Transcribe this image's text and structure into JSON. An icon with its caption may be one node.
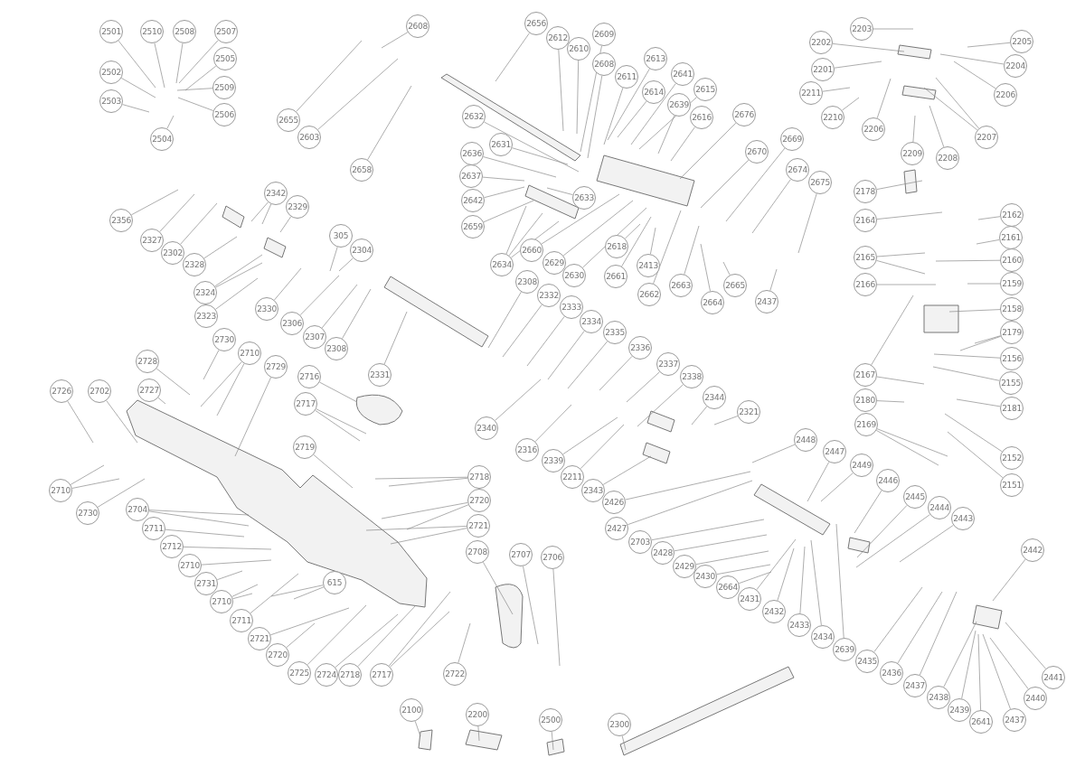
{
  "diagram": {
    "nodes": [
      {
        "text": [
          "2501"
        ]
      },
      {
        "text": [
          "2510"
        ]
      },
      {
        "text": [
          "2508"
        ]
      },
      {
        "text": [
          "2507"
        ]
      },
      {
        "text": [
          "2505"
        ]
      },
      {
        "text": [
          "2502"
        ]
      },
      {
        "text": [
          "2509"
        ]
      },
      {
        "text": [
          "2503"
        ]
      },
      {
        "text": [
          "2506"
        ]
      },
      {
        "text": [
          "2504"
        ]
      },
      {
        "text": [
          "2655"
        ]
      },
      {
        "text": [
          "2603"
        ]
      },
      {
        "text": [
          "2608"
        ]
      },
      {
        "text": [
          "2658"
        ]
      },
      {
        "text": [
          "2656"
        ]
      },
      {
        "text": [
          "2612"
        ]
      },
      {
        "text": [
          "2610"
        ]
      },
      {
        "text": [
          "2609"
        ]
      },
      {
        "text": [
          "2608"
        ]
      },
      {
        "text": [
          "2611"
        ]
      },
      {
        "text": [
          "2613"
        ]
      },
      {
        "text": [
          "2614"
        ]
      },
      {
        "text": [
          "2641"
        ]
      },
      {
        "text": [
          "2615"
        ]
      },
      {
        "text": [
          "2639"
        ]
      },
      {
        "text": [
          "2616"
        ]
      },
      {
        "text": [
          "2632"
        ]
      },
      {
        "text": [
          "2631"
        ]
      },
      {
        "text": [
          "2636"
        ]
      },
      {
        "text": [
          "2637"
        ]
      },
      {
        "text": [
          "2642"
        ]
      },
      {
        "text": [
          "2633"
        ]
      },
      {
        "text": [
          "2659"
        ]
      },
      {
        "text": [
          "2634"
        ]
      },
      {
        "text": [
          "2660"
        ]
      },
      {
        "text": [
          "2629"
        ]
      },
      {
        "text": [
          "2630"
        ]
      },
      {
        "text": [
          "2618"
        ]
      },
      {
        "text": [
          "2661"
        ]
      },
      {
        "text": [
          "2413"
        ]
      },
      {
        "text": [
          "2662"
        ]
      },
      {
        "text": [
          "2663"
        ]
      },
      {
        "text": [
          "2664"
        ]
      },
      {
        "text": [
          "2676"
        ]
      },
      {
        "text": [
          "2670"
        ]
      },
      {
        "text": [
          "2669"
        ]
      },
      {
        "text": [
          "2674"
        ]
      },
      {
        "text": [
          "2675"
        ]
      },
      {
        "text": [
          "2665"
        ]
      },
      {
        "text": [
          "2437"
        ]
      },
      {
        "text": [
          "2203"
        ]
      },
      {
        "text": [
          "2202"
        ]
      },
      {
        "text": [
          "2205"
        ]
      },
      {
        "text": [
          "2204"
        ]
      },
      {
        "text": [
          "2201"
        ]
      },
      {
        "text": [
          "2211"
        ]
      },
      {
        "text": [
          "2206"
        ]
      },
      {
        "text": [
          "2210"
        ]
      },
      {
        "text": [
          "2206"
        ]
      },
      {
        "text": [
          "2207"
        ]
      },
      {
        "text": [
          "2209"
        ]
      },
      {
        "text": [
          "2208"
        ]
      },
      {
        "text": [
          "2178"
        ]
      },
      {
        "text": [
          "2164"
        ]
      },
      {
        "text": [
          "2162"
        ]
      },
      {
        "text": [
          "2161"
        ]
      },
      {
        "text": [
          "2165"
        ]
      },
      {
        "text": [
          "2160"
        ]
      },
      {
        "text": [
          "2166"
        ]
      },
      {
        "text": [
          "2159"
        ]
      },
      {
        "text": [
          "2158"
        ]
      },
      {
        "text": [
          "2179"
        ]
      },
      {
        "text": [
          "2167"
        ]
      },
      {
        "text": [
          "2156"
        ]
      },
      {
        "text": [
          "2155"
        ]
      },
      {
        "text": [
          "2180"
        ]
      },
      {
        "text": [
          "2181"
        ]
      },
      {
        "text": [
          "2169"
        ]
      },
      {
        "text": [
          "2152"
        ]
      },
      {
        "text": [
          "2151"
        ]
      },
      {
        "text": [
          "2356"
        ]
      },
      {
        "text": [
          "2327"
        ]
      },
      {
        "text": [
          "2302"
        ]
      },
      {
        "text": [
          "2328"
        ]
      },
      {
        "text": [
          "2342"
        ]
      },
      {
        "text": [
          "2329"
        ]
      },
      {
        "text": [
          "2324"
        ]
      },
      {
        "text": [
          "2323"
        ]
      },
      {
        "text": [
          "2330"
        ]
      },
      {
        "text": [
          "305"
        ]
      },
      {
        "text": [
          "2304"
        ]
      },
      {
        "text": [
          "2306"
        ]
      },
      {
        "text": [
          "2307"
        ]
      },
      {
        "text": [
          "2308"
        ]
      },
      {
        "text": [
          "2331"
        ]
      },
      {
        "text": [
          "2308"
        ]
      },
      {
        "text": [
          "2332"
        ]
      },
      {
        "text": [
          "2333"
        ]
      },
      {
        "text": [
          "2334"
        ]
      },
      {
        "text": [
          "2335"
        ]
      },
      {
        "text": [
          "2336"
        ]
      },
      {
        "text": [
          "2337"
        ]
      },
      {
        "text": [
          "2338"
        ]
      },
      {
        "text": [
          "2344"
        ]
      },
      {
        "text": [
          "2321"
        ]
      },
      {
        "text": [
          "2340"
        ]
      },
      {
        "text": [
          "2316"
        ]
      },
      {
        "text": [
          "2339"
        ]
      },
      {
        "text": [
          "2211"
        ]
      },
      {
        "text": [
          "2343"
        ]
      },
      {
        "text": [
          "2426"
        ]
      },
      {
        "text": [
          "2448"
        ]
      },
      {
        "text": [
          "2447"
        ]
      },
      {
        "text": [
          "2449"
        ]
      },
      {
        "text": [
          "2446"
        ]
      },
      {
        "text": [
          "2445"
        ]
      },
      {
        "text": [
          "2444"
        ]
      },
      {
        "text": [
          "2443"
        ]
      },
      {
        "text": [
          "2442"
        ]
      },
      {
        "text": [
          "2427"
        ]
      },
      {
        "text": [
          "2703"
        ]
      },
      {
        "text": [
          "2428"
        ]
      },
      {
        "text": [
          "2429"
        ]
      },
      {
        "text": [
          "2430"
        ]
      },
      {
        "text": [
          "2664"
        ]
      },
      {
        "text": [
          "2431"
        ]
      },
      {
        "text": [
          "2432"
        ]
      },
      {
        "text": [
          "2433"
        ]
      },
      {
        "text": [
          "2434"
        ]
      },
      {
        "text": [
          "2639"
        ]
      },
      {
        "text": [
          "2435"
        ]
      },
      {
        "text": [
          "2436"
        ]
      },
      {
        "text": [
          "2437"
        ]
      },
      {
        "text": [
          "2438"
        ]
      },
      {
        "text": [
          "2439"
        ]
      },
      {
        "text": [
          "2641"
        ]
      },
      {
        "text": [
          "2437"
        ]
      },
      {
        "text": [
          "2440"
        ]
      },
      {
        "text": [
          "2441"
        ]
      },
      {
        "text": [
          "2728"
        ]
      },
      {
        "text": [
          "2730"
        ]
      },
      {
        "text": [
          "2710"
        ]
      },
      {
        "text": [
          "2729"
        ]
      },
      {
        "text": [
          "2727"
        ]
      },
      {
        "text": [
          "2726"
        ]
      },
      {
        "text": [
          "2702"
        ]
      },
      {
        "text": [
          "2716"
        ]
      },
      {
        "text": [
          "2717"
        ]
      },
      {
        "text": [
          "2719"
        ]
      },
      {
        "text": [
          "2710"
        ]
      },
      {
        "text": [
          "2730"
        ]
      },
      {
        "text": [
          "2704"
        ]
      },
      {
        "text": [
          "2711"
        ]
      },
      {
        "text": [
          "2712"
        ]
      },
      {
        "text": [
          "2710"
        ]
      },
      {
        "text": [
          "2731"
        ]
      },
      {
        "text": [
          "2710"
        ]
      },
      {
        "text": [
          "615"
        ]
      },
      {
        "text": [
          "2711"
        ]
      },
      {
        "text": [
          "2721"
        ]
      },
      {
        "text": [
          "2720"
        ]
      },
      {
        "text": [
          "2725"
        ]
      },
      {
        "text": [
          "2724"
        ]
      },
      {
        "text": [
          "2718"
        ]
      },
      {
        "text": [
          "2718"
        ]
      },
      {
        "text": [
          "2720"
        ]
      },
      {
        "text": [
          "2721"
        ]
      },
      {
        "text": [
          "2708"
        ]
      },
      {
        "text": [
          "2707"
        ]
      },
      {
        "text": [
          "2706"
        ]
      },
      {
        "text": [
          "2717"
        ]
      },
      {
        "text": [
          "2722"
        ]
      },
      {
        "text": [
          "2100"
        ]
      },
      {
        "text": [
          "2200"
        ]
      },
      {
        "text": [
          "2500"
        ]
      },
      {
        "text": [
          "2300"
        ]
      }
    ],
    "edges": [
      {
        "from": 0,
        "to": null,
        "arrow": "none"
      },
      {
        "from": 1,
        "to": null,
        "arrow": "none"
      },
      {
        "from": 2,
        "to": null,
        "arrow": "none"
      },
      {
        "from": 3,
        "to": null,
        "arrow": "none"
      },
      {
        "from": 4,
        "to": null,
        "arrow": "none"
      },
      {
        "from": 5,
        "to": null,
        "arrow": "none"
      },
      {
        "from": 6,
        "to": null,
        "arrow": "none"
      },
      {
        "from": 7,
        "to": null,
        "arrow": "none"
      },
      {
        "from": 8,
        "to": null,
        "arrow": "none"
      },
      {
        "from": 9,
        "to": null,
        "arrow": "none"
      },
      {
        "from": 10,
        "to": null,
        "arrow": "none"
      },
      {
        "from": 11,
        "to": null,
        "arrow": "none"
      },
      {
        "from": 12,
        "to": null,
        "arrow": "none"
      },
      {
        "from": 13,
        "to": null,
        "arrow": "none"
      },
      {
        "from": 14,
        "to": null,
        "arrow": "none"
      },
      {
        "from": 15,
        "to": null,
        "arrow": "none"
      },
      {
        "from": 16,
        "to": null,
        "arrow": "none"
      },
      {
        "from": 17,
        "to": null,
        "arrow": "none"
      },
      {
        "from": 18,
        "to": null,
        "arrow": "none"
      },
      {
        "from": 19,
        "to": null,
        "arrow": "none"
      },
      {
        "from": 20,
        "to": null,
        "arrow": "none"
      },
      {
        "from": 21,
        "to": null,
        "arrow": "none"
      },
      {
        "from": 22,
        "to": null,
        "arrow": "none"
      },
      {
        "from": 23,
        "to": null,
        "arrow": "none"
      },
      {
        "from": 24,
        "to": null,
        "arrow": "none"
      },
      {
        "from": 25,
        "to": null,
        "arrow": "none"
      },
      {
        "from": 26,
        "to": null,
        "arrow": "none"
      },
      {
        "from": 27,
        "to": null,
        "arrow": "none"
      },
      {
        "from": 28,
        "to": null,
        "arrow": "none"
      },
      {
        "from": 29,
        "to": null,
        "arrow": "none"
      },
      {
        "from": 30,
        "to": null,
        "arrow": "none"
      },
      {
        "from": 31,
        "to": null,
        "arrow": "none"
      },
      {
        "from": 32,
        "to": null,
        "arrow": "none"
      },
      {
        "from": 33,
        "to": null,
        "arrow": "none"
      },
      {
        "from": 33,
        "to": null,
        "arrow": "none"
      },
      {
        "from": 33,
        "to": null,
        "arrow": "none"
      },
      {
        "from": 34,
        "to": null,
        "arrow": "none"
      },
      {
        "from": 35,
        "to": null,
        "arrow": "none"
      },
      {
        "from": 36,
        "to": null,
        "arrow": "none"
      },
      {
        "from": 37,
        "to": null,
        "arrow": "none"
      },
      {
        "from": 38,
        "to": null,
        "arrow": "none"
      },
      {
        "from": 39,
        "to": null,
        "arrow": "none"
      },
      {
        "from": 40,
        "to": null,
        "arrow": "none"
      },
      {
        "from": 41,
        "to": null,
        "arrow": "none"
      },
      {
        "from": 42,
        "to": null,
        "arrow": "none"
      },
      {
        "from": 43,
        "to": null,
        "arrow": "none"
      },
      {
        "from": 44,
        "to": null,
        "arrow": "none"
      },
      {
        "from": 45,
        "to": null,
        "arrow": "none"
      },
      {
        "from": 46,
        "to": null,
        "arrow": "none"
      },
      {
        "from": 47,
        "to": null,
        "arrow": "none"
      },
      {
        "from": 48,
        "to": null,
        "arrow": "none"
      },
      {
        "from": 49,
        "to": null,
        "arrow": "none"
      },
      {
        "from": 50,
        "to": null,
        "arrow": "none"
      },
      {
        "from": 51,
        "to": null,
        "arrow": "none"
      },
      {
        "from": 52,
        "to": null,
        "arrow": "none"
      },
      {
        "from": 53,
        "to": null,
        "arrow": "none"
      },
      {
        "from": 54,
        "to": null,
        "arrow": "none"
      },
      {
        "from": 55,
        "to": null,
        "arrow": "none"
      },
      {
        "from": 56,
        "to": null,
        "arrow": "none"
      },
      {
        "from": 57,
        "to": null,
        "arrow": "none"
      },
      {
        "from": 58,
        "to": null,
        "arrow": "none"
      },
      {
        "from": 59,
        "to": null,
        "arrow": "none"
      },
      {
        "from": 59,
        "to": null,
        "arrow": "none"
      },
      {
        "from": 60,
        "to": null,
        "arrow": "none"
      },
      {
        "from": 61,
        "to": null,
        "arrow": "none"
      },
      {
        "from": 62,
        "to": null,
        "arrow": "none"
      },
      {
        "from": 63,
        "to": null,
        "arrow": "none"
      },
      {
        "from": 64,
        "to": null,
        "arrow": "none"
      },
      {
        "from": 65,
        "to": null,
        "arrow": "none"
      },
      {
        "from": 66,
        "to": null,
        "arrow": "none"
      },
      {
        "from": 66,
        "to": null,
        "arrow": "none"
      },
      {
        "from": 67,
        "to": null,
        "arrow": "none"
      },
      {
        "from": 68,
        "to": null,
        "arrow": "none"
      },
      {
        "from": 69,
        "to": null,
        "arrow": "none"
      },
      {
        "from": 70,
        "to": null,
        "arrow": "none"
      },
      {
        "from": 71,
        "to": null,
        "arrow": "none"
      },
      {
        "from": 71,
        "to": null,
        "arrow": "none"
      },
      {
        "from": 72,
        "to": null,
        "arrow": "none"
      },
      {
        "from": 72,
        "to": null,
        "arrow": "none"
      },
      {
        "from": 73,
        "to": null,
        "arrow": "none"
      },
      {
        "from": 74,
        "to": null,
        "arrow": "none"
      },
      {
        "from": 75,
        "to": null,
        "arrow": "none"
      },
      {
        "from": 76,
        "to": null,
        "arrow": "none"
      },
      {
        "from": 77,
        "to": null,
        "arrow": "none"
      },
      {
        "from": 77,
        "to": null,
        "arrow": "none"
      },
      {
        "from": 78,
        "to": null,
        "arrow": "none"
      },
      {
        "from": 79,
        "to": null,
        "arrow": "none"
      },
      {
        "from": 80,
        "to": null,
        "arrow": "none"
      },
      {
        "from": 81,
        "to": null,
        "arrow": "none"
      },
      {
        "from": 82,
        "to": null,
        "arrow": "none"
      },
      {
        "from": 83,
        "to": null,
        "arrow": "none"
      },
      {
        "from": 84,
        "to": null,
        "arrow": "none"
      },
      {
        "from": 84,
        "to": null,
        "arrow": "none"
      },
      {
        "from": 85,
        "to": null,
        "arrow": "none"
      },
      {
        "from": 86,
        "to": null,
        "arrow": "none"
      },
      {
        "from": 86,
        "to": null,
        "arrow": "none"
      },
      {
        "from": 87,
        "to": null,
        "arrow": "none"
      },
      {
        "from": 88,
        "to": null,
        "arrow": "none"
      },
      {
        "from": 89,
        "to": null,
        "arrow": "none"
      },
      {
        "from": 90,
        "to": null,
        "arrow": "none"
      },
      {
        "from": 91,
        "to": null,
        "arrow": "none"
      },
      {
        "from": 92,
        "to": null,
        "arrow": "none"
      },
      {
        "from": 93,
        "to": null,
        "arrow": "none"
      },
      {
        "from": 94,
        "to": null,
        "arrow": "none"
      },
      {
        "from": 95,
        "to": null,
        "arrow": "none"
      },
      {
        "from": 96,
        "to": null,
        "arrow": "none"
      },
      {
        "from": 97,
        "to": null,
        "arrow": "none"
      },
      {
        "from": 98,
        "to": null,
        "arrow": "none"
      },
      {
        "from": 99,
        "to": null,
        "arrow": "none"
      },
      {
        "from": 100,
        "to": null,
        "arrow": "none"
      },
      {
        "from": 101,
        "to": null,
        "arrow": "none"
      },
      {
        "from": 102,
        "to": null,
        "arrow": "none"
      },
      {
        "from": 103,
        "to": null,
        "arrow": "none"
      },
      {
        "from": 104,
        "to": null,
        "arrow": "none"
      },
      {
        "from": 105,
        "to": null,
        "arrow": "none"
      },
      {
        "from": 106,
        "to": null,
        "arrow": "none"
      },
      {
        "from": 107,
        "to": null,
        "arrow": "none"
      },
      {
        "from": 108,
        "to": null,
        "arrow": "none"
      },
      {
        "from": 109,
        "to": null,
        "arrow": "none"
      },
      {
        "from": 110,
        "to": null,
        "arrow": "none"
      },
      {
        "from": 111,
        "to": null,
        "arrow": "none"
      },
      {
        "from": 112,
        "to": null,
        "arrow": "none"
      },
      {
        "from": 113,
        "to": null,
        "arrow": "none"
      },
      {
        "from": 114,
        "to": null,
        "arrow": "none"
      },
      {
        "from": 115,
        "to": null,
        "arrow": "none"
      },
      {
        "from": 116,
        "to": null,
        "arrow": "none"
      },
      {
        "from": 117,
        "to": null,
        "arrow": "none"
      },
      {
        "from": 118,
        "to": null,
        "arrow": "none"
      },
      {
        "from": 119,
        "to": null,
        "arrow": "none"
      },
      {
        "from": 120,
        "to": null,
        "arrow": "none"
      },
      {
        "from": 121,
        "to": null,
        "arrow": "none"
      },
      {
        "from": 122,
        "to": null,
        "arrow": "none"
      },
      {
        "from": 123,
        "to": null,
        "arrow": "none"
      },
      {
        "from": 124,
        "to": null,
        "arrow": "none"
      },
      {
        "from": 125,
        "to": null,
        "arrow": "none"
      },
      {
        "from": 126,
        "to": null,
        "arrow": "none"
      },
      {
        "from": 127,
        "to": null,
        "arrow": "none"
      },
      {
        "from": 128,
        "to": null,
        "arrow": "none"
      },
      {
        "from": 129,
        "to": null,
        "arrow": "none"
      },
      {
        "from": 130,
        "to": null,
        "arrow": "none"
      },
      {
        "from": 131,
        "to": null,
        "arrow": "none"
      },
      {
        "from": 132,
        "to": null,
        "arrow": "none"
      },
      {
        "from": 133,
        "to": null,
        "arrow": "none"
      },
      {
        "from": 134,
        "to": null,
        "arrow": "none"
      },
      {
        "from": 135,
        "to": null,
        "arrow": "none"
      },
      {
        "from": 136,
        "to": null,
        "arrow": "none"
      },
      {
        "from": 137,
        "to": null,
        "arrow": "none"
      },
      {
        "from": 138,
        "to": null,
        "arrow": "none"
      },
      {
        "from": 139,
        "to": null,
        "arrow": "none"
      },
      {
        "from": 140,
        "to": null,
        "arrow": "none"
      },
      {
        "from": 141,
        "to": null,
        "arrow": "none"
      },
      {
        "from": 141,
        "to": null,
        "arrow": "none"
      },
      {
        "from": 142,
        "to": null,
        "arrow": "none"
      },
      {
        "from": 143,
        "to": null,
        "arrow": "none"
      },
      {
        "from": 144,
        "to": null,
        "arrow": "none"
      },
      {
        "from": 145,
        "to": null,
        "arrow": "none"
      },
      {
        "from": 146,
        "to": null,
        "arrow": "none"
      },
      {
        "from": 147,
        "to": null,
        "arrow": "none"
      },
      {
        "from": 147,
        "to": null,
        "arrow": "none"
      },
      {
        "from": 148,
        "to": null,
        "arrow": "none"
      },
      {
        "from": 149,
        "to": null,
        "arrow": "none"
      },
      {
        "from": 149,
        "to": null,
        "arrow": "none"
      },
      {
        "from": 150,
        "to": null,
        "arrow": "none"
      },
      {
        "from": 151,
        "to": null,
        "arrow": "none"
      },
      {
        "from": 151,
        "to": null,
        "arrow": "none"
      },
      {
        "from": 152,
        "to": null,
        "arrow": "none"
      },
      {
        "from": 153,
        "to": null,
        "arrow": "none"
      },
      {
        "from": 154,
        "to": null,
        "arrow": "none"
      },
      {
        "from": 155,
        "to": null,
        "arrow": "none"
      },
      {
        "from": 156,
        "to": null,
        "arrow": "none"
      },
      {
        "from": 156,
        "to": null,
        "arrow": "none"
      },
      {
        "from": 157,
        "to": null,
        "arrow": "none"
      },
      {
        "from": 157,
        "to": null,
        "arrow": "none"
      },
      {
        "from": 158,
        "to": null,
        "arrow": "none"
      },
      {
        "from": 159,
        "to": null,
        "arrow": "none"
      },
      {
        "from": 160,
        "to": null,
        "arrow": "none"
      },
      {
        "from": 161,
        "to": null,
        "arrow": "none"
      },
      {
        "from": 162,
        "to": null,
        "arrow": "none"
      },
      {
        "from": 163,
        "to": null,
        "arrow": "none"
      },
      {
        "from": 164,
        "to": null,
        "arrow": "none"
      },
      {
        "from": 164,
        "to": null,
        "arrow": "none"
      },
      {
        "from": 165,
        "to": null,
        "arrow": "none"
      },
      {
        "from": 165,
        "to": null,
        "arrow": "none"
      },
      {
        "from": 166,
        "to": null,
        "arrow": "none"
      },
      {
        "from": 166,
        "to": null,
        "arrow": "none"
      },
      {
        "from": 167,
        "to": null,
        "arrow": "none"
      },
      {
        "from": 168,
        "to": null,
        "arrow": "none"
      },
      {
        "from": 169,
        "to": null,
        "arrow": "none"
      },
      {
        "from": 170,
        "to": null,
        "arrow": "none"
      },
      {
        "from": 170,
        "to": null,
        "arrow": "none"
      },
      {
        "from": 171,
        "to": null,
        "arrow": "none"
      },
      {
        "from": 172,
        "to": null,
        "arrow": "none"
      },
      {
        "from": 173,
        "to": null,
        "arrow": "none"
      },
      {
        "from": 174,
        "to": null,
        "arrow": "none"
      },
      {
        "from": 175,
        "to": null,
        "arrow": "none"
      }
    ]
  }
}
